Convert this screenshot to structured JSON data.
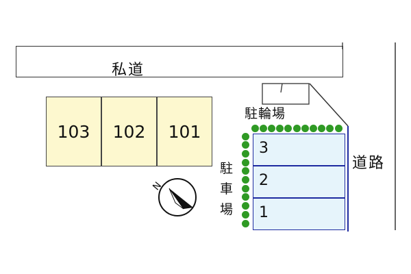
{
  "map": {
    "private_road_label": "私道",
    "road_label": "道路",
    "bicycle_parking_label": "駐輪場",
    "car_parking_label": [
      "駐",
      "車",
      "場"
    ],
    "units": [
      "103",
      "102",
      "101"
    ],
    "parking_spaces": [
      "3",
      "2",
      "1"
    ],
    "compass": {
      "north_marker": "N",
      "icon": "compass-north-arrow-icon"
    },
    "colors": {
      "building_fill": "#fdf8cf",
      "parking_fill": "#e6f4fb",
      "parking_border": "#1d2aa0",
      "hedge_dots": "#2f9a24"
    }
  }
}
